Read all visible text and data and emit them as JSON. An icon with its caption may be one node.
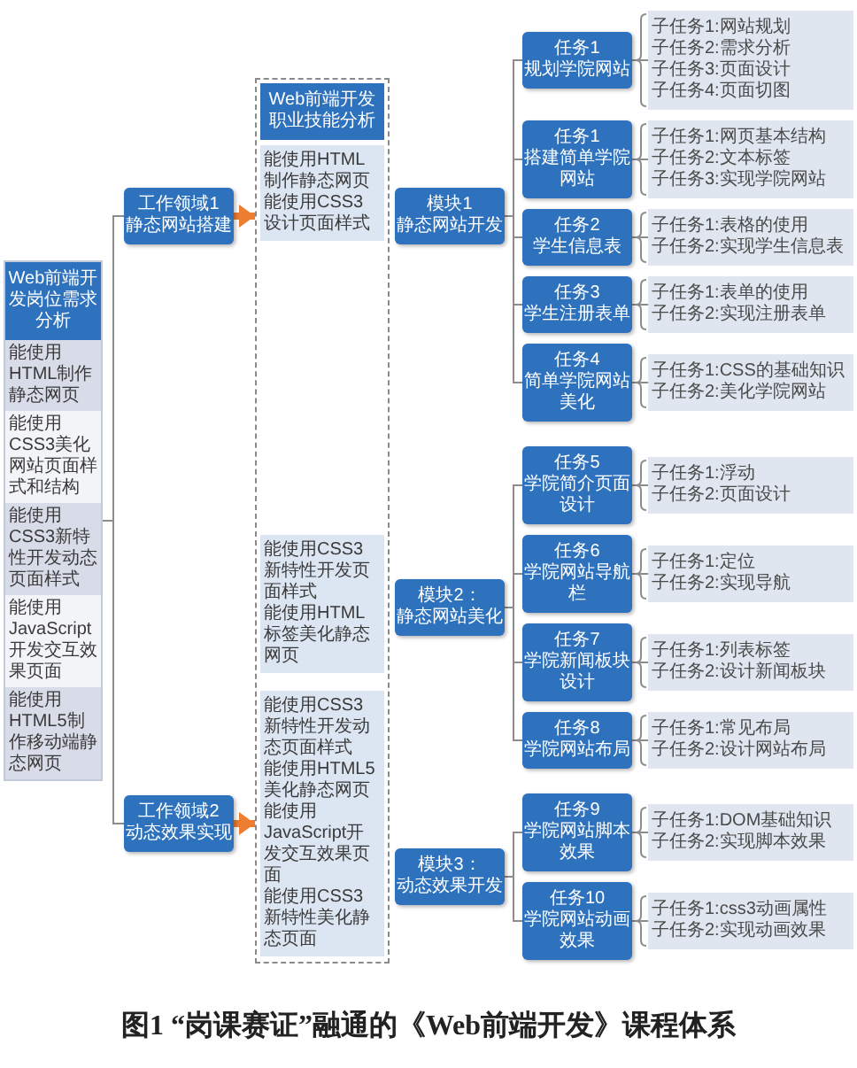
{
  "diagram": {
    "caption": "图1 “岗课赛证”融通的《Web前端开发》课程体系",
    "nodes": [
      {
        "text": [
          "Web前端开发岗位需求分析",
          "能使用HTML制作静态网页",
          "能使用CSS3美化网站页面样式和结构",
          "能使用CSS3新特性开发动态页面样式",
          "能使用JavaScript开发交互效果页面",
          "能使用HTML5制作移动端静态网页"
        ]
      },
      {
        "text": [
          "工作领域1",
          "静态网站搭建"
        ]
      },
      {
        "text": [
          "工作领域2",
          "动态效果实现"
        ]
      },
      {
        "text": [],
        "shape": "box"
      },
      {
        "text": [
          "Web前端开发职业技能分析"
        ],
        "in": 3
      },
      {
        "text": [
          "能使用HTML制作静态网页",
          "能使用CSS3设计页面样式"
        ],
        "in": 3
      },
      {
        "text": [
          "能使用CSS3新特性开发页面样式",
          "能使用HTML标签美化静态网页"
        ],
        "in": 3
      },
      {
        "text": [
          "能使用CSS3新特性开发动态页面样式",
          "能使用HTML5美化静态网页",
          "能使用JavaScript开发交互效果页面",
          "能使用CSS3新特性美化静态页面"
        ],
        "in": 3
      },
      {
        "text": [
          "模块1",
          "静态网站开发"
        ]
      },
      {
        "text": [
          "模块2：",
          "静态网站美化"
        ]
      },
      {
        "text": [
          "模块3：",
          "动态效果开发"
        ]
      },
      {
        "text": [
          "任务1",
          "规划学院网站"
        ]
      },
      {
        "text": [
          "子任务1:网站规划",
          "子任务2:需求分析",
          "子任务3:页面设计",
          "子任务4:页面切图"
        ]
      },
      {
        "text": [
          "任务1",
          "搭建简单学院网站"
        ]
      },
      {
        "text": [
          "子任务1:网页基本结构",
          "子任务2:文本标签",
          "子任务3:实现学院网站"
        ]
      },
      {
        "text": [
          "任务2",
          "学生信息表"
        ]
      },
      {
        "text": [
          "子任务1:表格的使用",
          "子任务2:实现学生信息表"
        ]
      },
      {
        "text": [
          "任务3",
          "学生注册表单"
        ]
      },
      {
        "text": [
          "子任务1:表单的使用",
          "子任务2:实现注册表单"
        ]
      },
      {
        "text": [
          "任务4",
          "简单学院网站美化"
        ]
      },
      {
        "text": [
          "子任务1:CSS的基础知识",
          "子任务2:美化学院网站"
        ]
      },
      {
        "text": [
          "任务5",
          "学院简介页面设计"
        ]
      },
      {
        "text": [
          "子任务1:浮动",
          "子任务2:页面设计"
        ]
      },
      {
        "text": [
          "任务6",
          "学院网站导航栏"
        ]
      },
      {
        "text": [
          "子任务1:定位",
          "子任务2:实现导航"
        ]
      },
      {
        "text": [
          "任务7",
          "学院新闻板块设计"
        ]
      },
      {
        "text": [
          "子任务1:列表标签",
          "子任务2:设计新闻板块"
        ]
      },
      {
        "text": [
          "任务8",
          "学院网站布局"
        ]
      },
      {
        "text": [
          "子任务1:常见布局",
          "子任务2:设计网站布局"
        ]
      },
      {
        "text": [
          "任务9",
          "学院网站脚本效果"
        ]
      },
      {
        "text": [
          "子任务1:DOM基础知识",
          "子任务2:实现脚本效果"
        ]
      },
      {
        "text": [
          "任务10",
          "学院网站动画效果"
        ]
      },
      {
        "text": [
          "子任务1:css3动画属性",
          "子任务2:实现动画效果"
        ]
      }
    ],
    "edges": [
      {
        "from": 0,
        "to": 1,
        "arrow": "none"
      },
      {
        "from": 0,
        "to": 2,
        "arrow": "none"
      },
      {
        "from": 1,
        "to": 3,
        "arrow": "to",
        "style": "thick",
        "color": "#ed7d31"
      },
      {
        "from": 2,
        "to": 3,
        "arrow": "to",
        "style": "thick",
        "color": "#ed7d31"
      },
      {
        "from": 8,
        "to": 11,
        "arrow": "none"
      },
      {
        "from": 8,
        "to": 13,
        "arrow": "none"
      },
      {
        "from": 8,
        "to": 15,
        "arrow": "none"
      },
      {
        "from": 8,
        "to": 17,
        "arrow": "none"
      },
      {
        "from": 8,
        "to": 19,
        "arrow": "none"
      },
      {
        "from": 9,
        "to": 21,
        "arrow": "none"
      },
      {
        "from": 9,
        "to": 23,
        "arrow": "none"
      },
      {
        "from": 9,
        "to": 25,
        "arrow": "none"
      },
      {
        "from": 9,
        "to": 27,
        "arrow": "none"
      },
      {
        "from": 10,
        "to": 29,
        "arrow": "none"
      },
      {
        "from": 10,
        "to": 31,
        "arrow": "none"
      },
      {
        "from": 11,
        "to": 12,
        "arrow": "none"
      },
      {
        "from": 13,
        "to": 14,
        "arrow": "none"
      },
      {
        "from": 15,
        "to": 16,
        "arrow": "none"
      },
      {
        "from": 17,
        "to": 18,
        "arrow": "none"
      },
      {
        "from": 19,
        "to": 20,
        "arrow": "none"
      },
      {
        "from": 21,
        "to": 22,
        "arrow": "none"
      },
      {
        "from": 23,
        "to": 24,
        "arrow": "none"
      },
      {
        "from": 25,
        "to": 26,
        "arrow": "none"
      },
      {
        "from": 27,
        "to": 28,
        "arrow": "none"
      },
      {
        "from": 29,
        "to": 30,
        "arrow": "none"
      },
      {
        "from": 31,
        "to": 32,
        "arrow": "none"
      }
    ]
  }
}
